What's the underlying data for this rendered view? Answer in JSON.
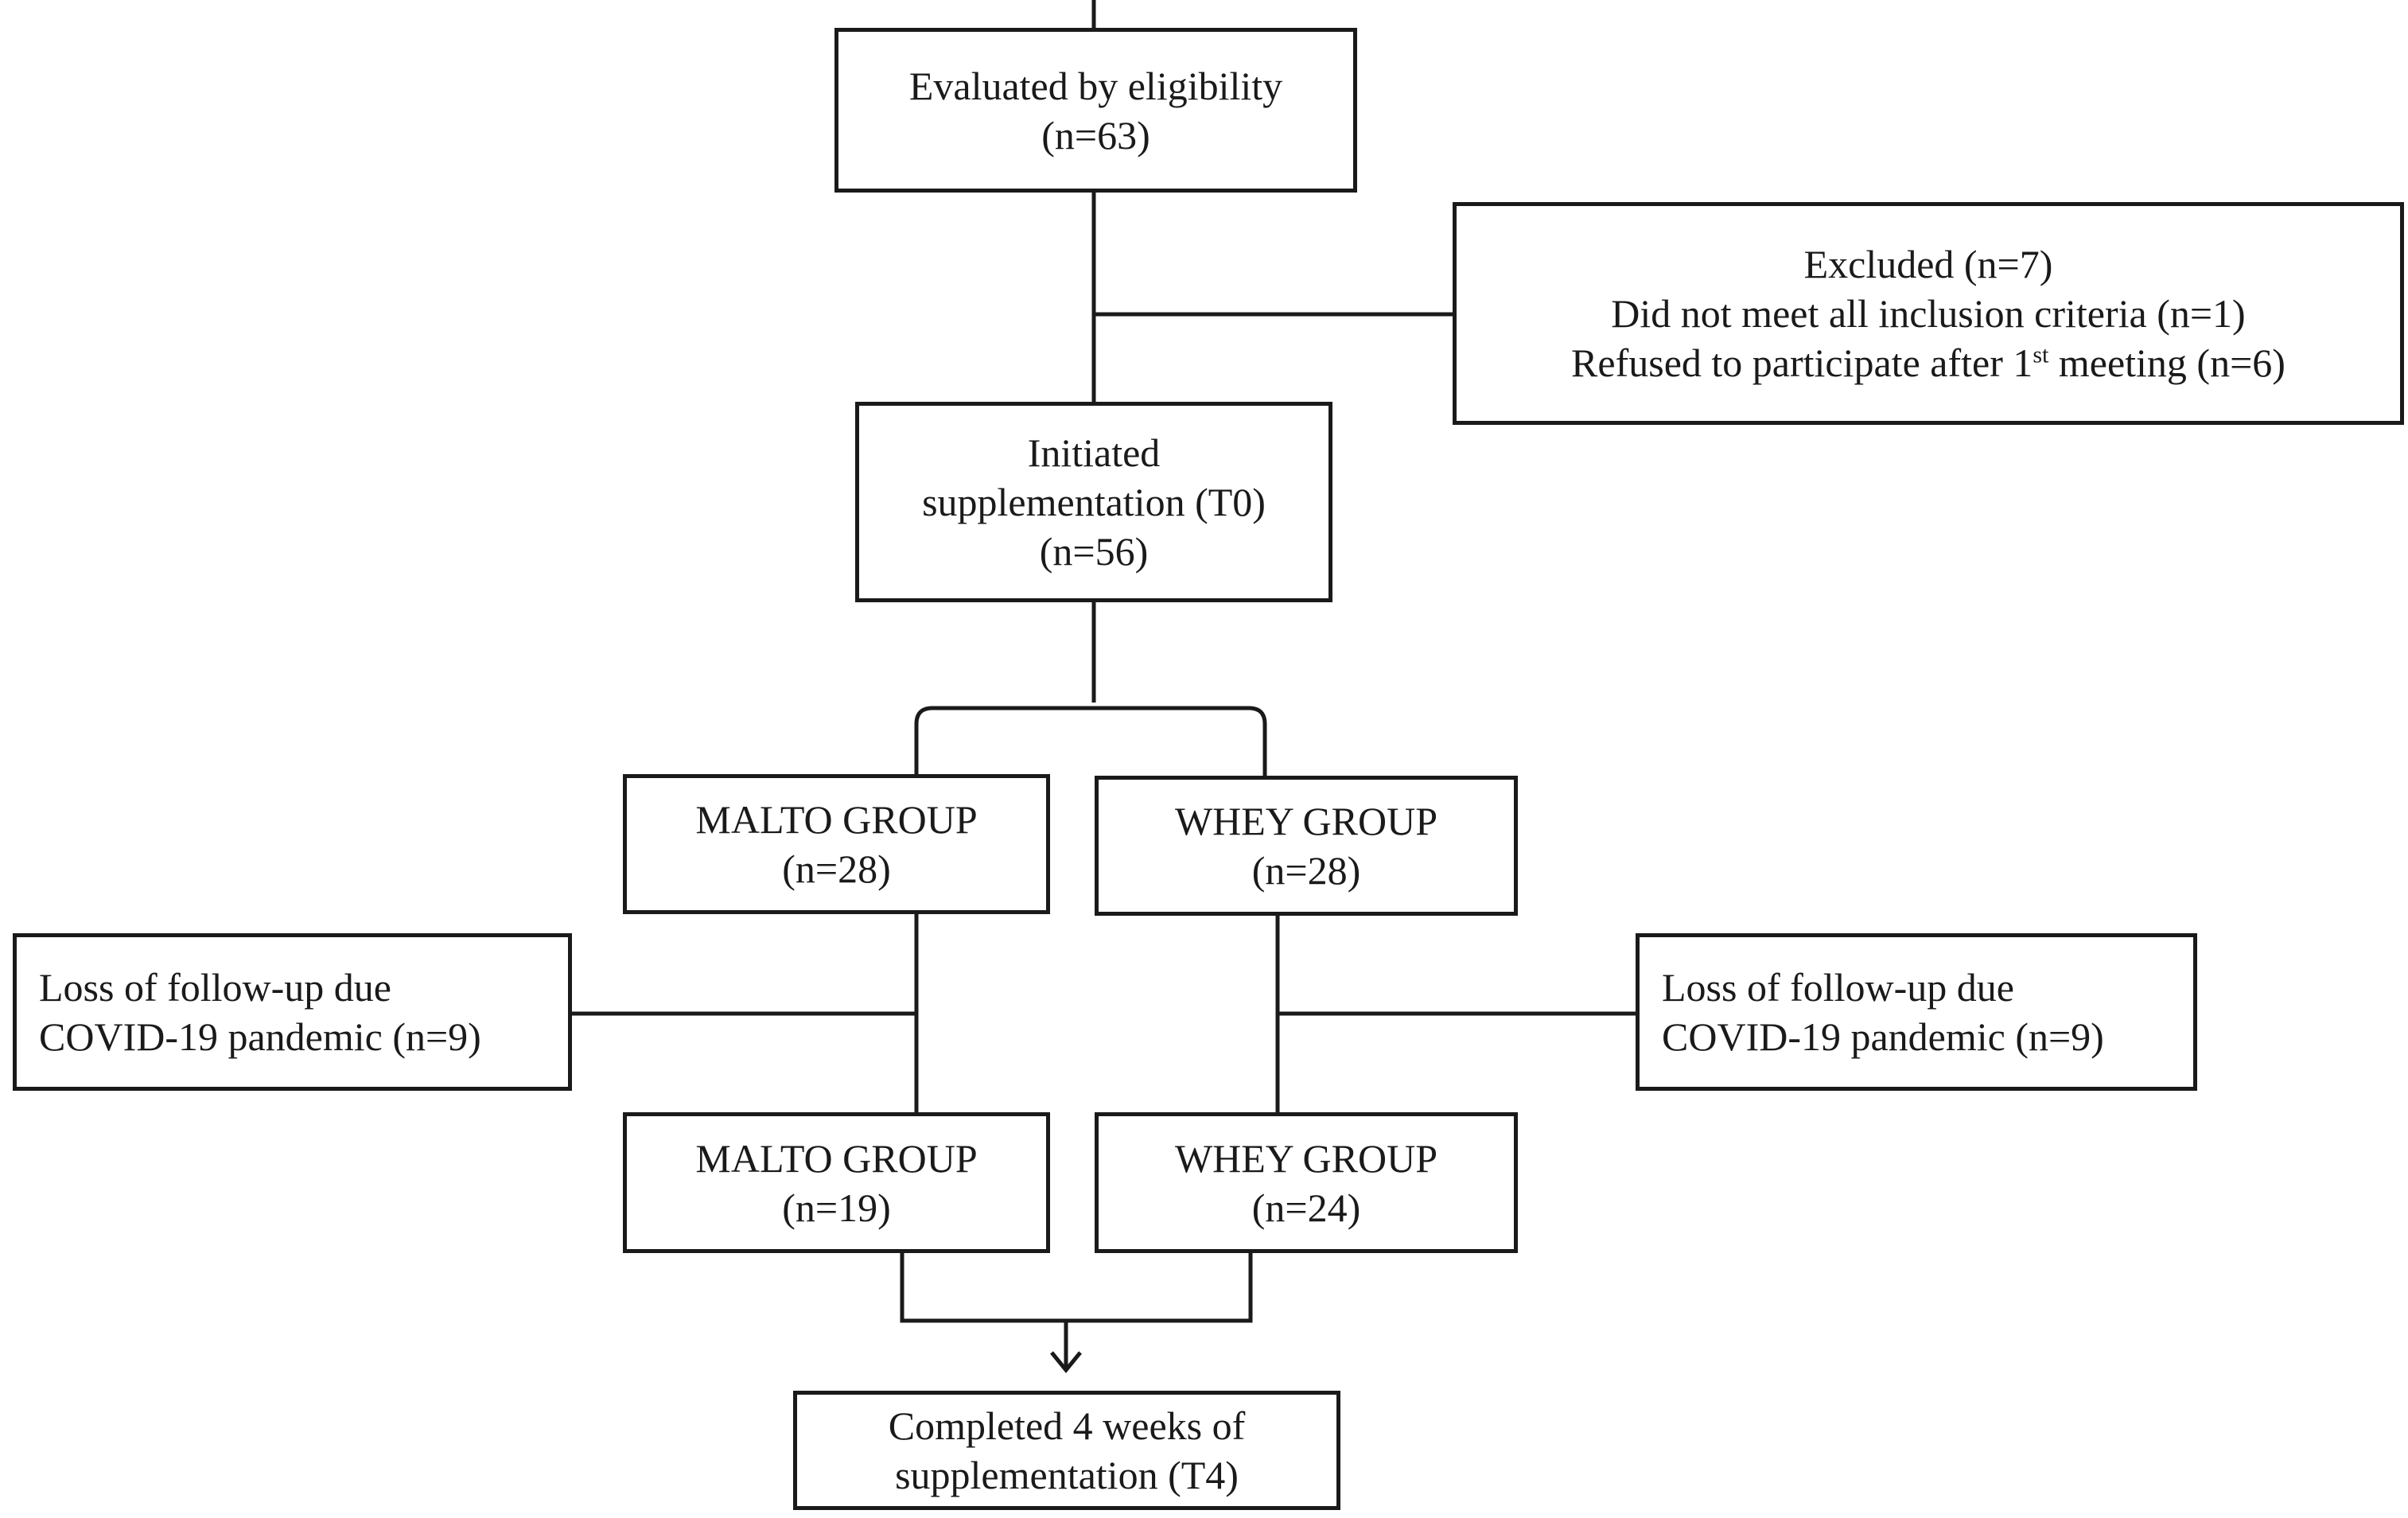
{
  "boxes": {
    "eligibility": {
      "lines": [
        "Evaluated by eligibility",
        "(n=63)"
      ]
    },
    "excluded": {
      "title": "Excluded  (n=7)",
      "criteria": "Did not meet all inclusion criteria  (n=1)",
      "refused_prefix": "Refused  to participate after 1",
      "refused_sup": "st",
      "refused_suffix": " meeting  (n=6)"
    },
    "initiated": {
      "lines": [
        "Initiated",
        "supplementation (T0)",
        "(n=56)"
      ]
    },
    "malto_start": {
      "lines": [
        "MALTO GROUP",
        "(n=28)"
      ]
    },
    "whey_start": {
      "lines": [
        "WHEY GROUP",
        "(n=28)"
      ]
    },
    "loss_malto": {
      "lines": [
        "Loss of follow-up due",
        "COVID-19 pandemic  (n=9)"
      ]
    },
    "loss_whey": {
      "lines": [
        "Loss of follow-up due",
        "COVID-19 pandemic  (n=9)"
      ]
    },
    "malto_end": {
      "lines": [
        "MALTO GROUP",
        "(n=19)"
      ]
    },
    "whey_end": {
      "lines": [
        "WHEY GROUP",
        "(n=24)"
      ]
    },
    "completed": {
      "lines": [
        "Completed 4 weeks of",
        "supplementation (T4)"
      ]
    }
  },
  "colors": {
    "stroke": "#1a1a1a",
    "background": "#ffffff"
  }
}
